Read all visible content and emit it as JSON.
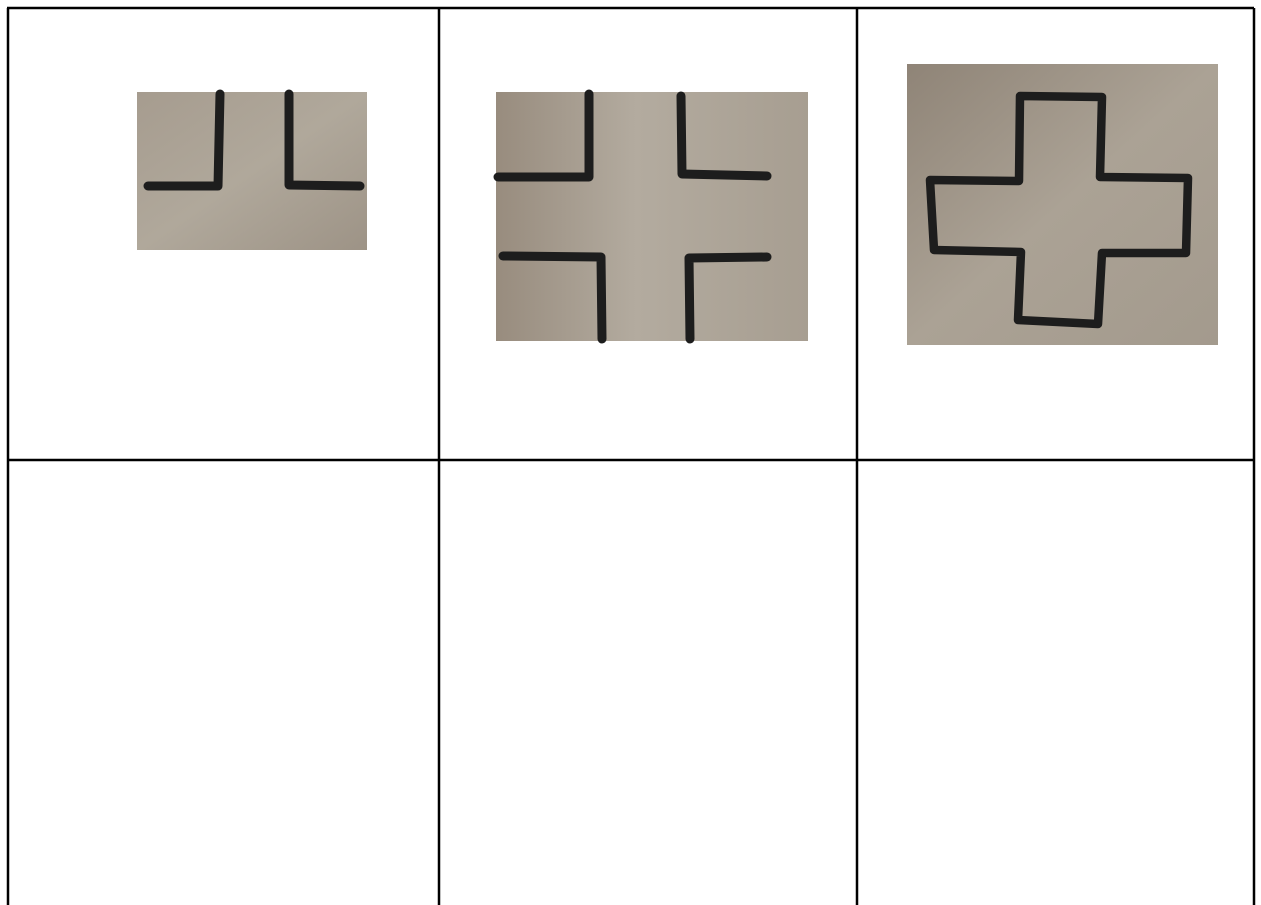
{
  "document": {
    "table": {
      "rows": 2,
      "columns": 3,
      "cells": [
        {
          "content": "photo",
          "depicts": "t-junction-outline-icon"
        },
        {
          "content": "photo",
          "depicts": "four-corner-cross-junction-icon"
        },
        {
          "content": "photo",
          "depicts": "plus-cross-outline-icon"
        },
        {
          "content": "empty"
        },
        {
          "content": "empty"
        },
        {
          "content": "empty"
        }
      ]
    },
    "colors": {
      "grid_line": "#000000",
      "paper": "#a99f92",
      "marker": "#1d1d1d"
    }
  }
}
